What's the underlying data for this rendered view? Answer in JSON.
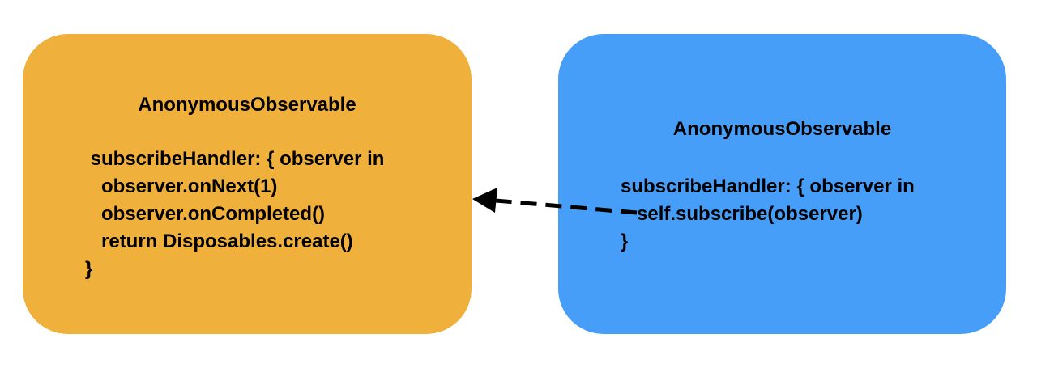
{
  "colors": {
    "left_box_fill": "#F0B03C",
    "right_box_fill": "#479EF8",
    "text": "#000000",
    "arrow": "#000000"
  },
  "left_box": {
    "title": "AnonymousObservable",
    "code": " subscribeHandler: { observer in\n   observer.onNext(1)\n   observer.onCompleted()\n   return Disposables.create()\n}"
  },
  "right_box": {
    "title": "AnonymousObservable",
    "code": "subscribeHandler: { observer in\n   self.subscribe(observer)\n}"
  },
  "arrow": {
    "style": "dashed",
    "direction": "right-to-left"
  }
}
